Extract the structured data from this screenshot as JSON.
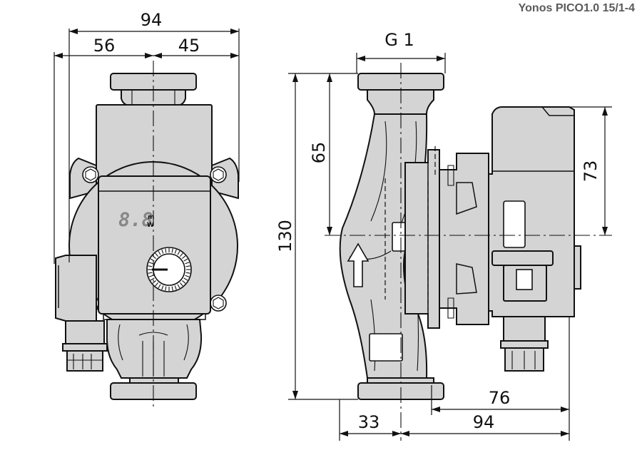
{
  "title": "Yonos PICO1.0 15/1-4",
  "display": {
    "digits": "8.8",
    "unit_top": "m",
    "unit_bottom": "W"
  },
  "dims": {
    "width_total": "94",
    "left_part": "56",
    "right_part": "45",
    "thread": "G 1",
    "height_total": "130",
    "height_upper": "65",
    "motor_height": "73",
    "depth_motor": "76",
    "depth_total": "94",
    "depth_front": "33"
  },
  "colors": {
    "fill": "#d4d4d4",
    "line": "#111111",
    "title": "#5a5a5a"
  }
}
